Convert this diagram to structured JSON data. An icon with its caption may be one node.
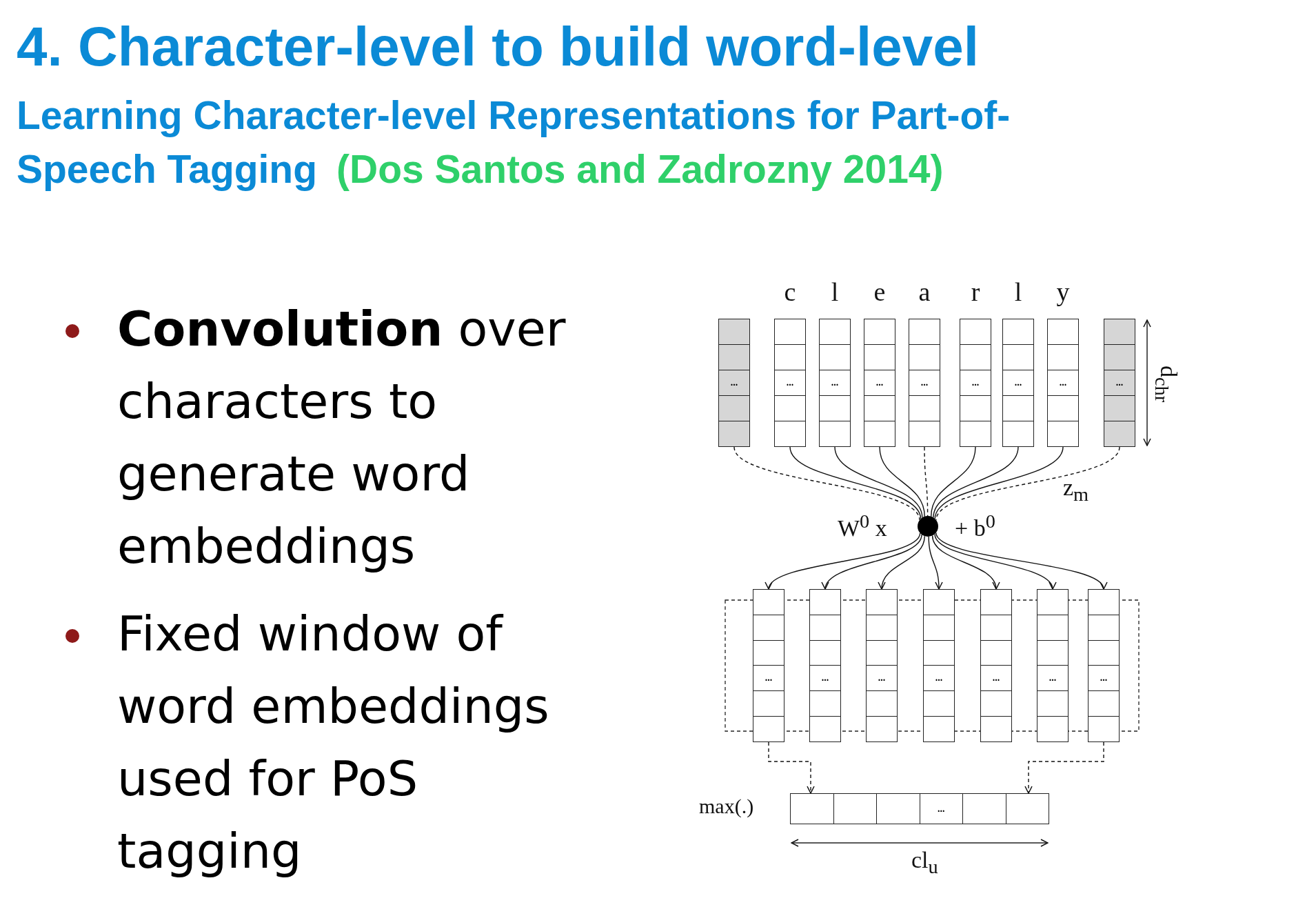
{
  "diagram": {
    "title": "4. Character-level to build word-level",
    "nodes": [
      {
        "text": [
          "..."
        ]
      },
      {
        "text": [
          "c",
          "..."
        ]
      },
      {
        "text": [
          "l",
          "..."
        ]
      },
      {
        "text": [
          "e",
          "..."
        ]
      },
      {
        "text": [
          "a",
          "..."
        ]
      },
      {
        "text": [
          "r",
          "..."
        ]
      },
      {
        "text": [
          "l",
          "..."
        ]
      },
      {
        "text": [
          "y",
          "..."
        ]
      },
      {
        "text": [
          "..."
        ]
      },
      {
        "text": [],
        "shape": "circle"
      },
      {
        "text": [
          "..."
        ]
      },
      {
        "text": [
          "..."
        ]
      },
      {
        "text": [
          "..."
        ]
      },
      {
        "text": [
          "..."
        ]
      },
      {
        "text": [
          "..."
        ]
      },
      {
        "text": [
          "..."
        ]
      },
      {
        "text": [
          "..."
        ]
      },
      {
        "text": [
          "..."
        ],
        "beside": [
          "max(.)"
        ]
      }
    ],
    "edges": [
      {
        "from": 0,
        "to": 9,
        "arrow": "none",
        "style": "dashed"
      },
      {
        "from": 1,
        "to": 9,
        "arrow": "none"
      },
      {
        "from": 2,
        "to": 9,
        "arrow": "none"
      },
      {
        "from": 3,
        "to": 9,
        "arrow": "none"
      },
      {
        "from": 4,
        "to": 9,
        "arrow": "none",
        "style": "dashed"
      },
      {
        "from": 5,
        "to": 9,
        "arrow": "none"
      },
      {
        "from": 6,
        "to": 9,
        "arrow": "none"
      },
      {
        "from": 7,
        "to": 9,
        "arrow": "none"
      },
      {
        "from": 8,
        "to": 9,
        "arrow": "none",
        "style": "dashed"
      },
      {
        "from": 9,
        "to": 10,
        "arrow": "to"
      },
      {
        "from": 9,
        "to": 11,
        "arrow": "to"
      },
      {
        "from": 9,
        "to": 12,
        "arrow": "to"
      },
      {
        "from": 9,
        "to": 13,
        "arrow": "to"
      },
      {
        "from": 9,
        "to": 14,
        "arrow": "to"
      },
      {
        "from": 9,
        "to": 15,
        "arrow": "to"
      },
      {
        "from": 9,
        "to": 16,
        "arrow": "to"
      },
      {
        "from": 10,
        "to": 17,
        "arrow": "to",
        "style": "dashed"
      },
      {
        "from": 16,
        "to": 17,
        "arrow": "to",
        "style": "dashed"
      }
    ],
    "labels": [
      "Learning Character-level Representations for Part-of-Speech Tagging",
      "(Dos Santos and Zadrozny 2014)",
      "**Convolution** over characters to generate word embeddings",
      "Fixed window of word embeddings used for PoS tagging",
      "d$_{chr}$",
      "z$_{m}$",
      "W$^{0}$ x",
      "+ b$^{0}$",
      "cl$_{u}$"
    ]
  }
}
